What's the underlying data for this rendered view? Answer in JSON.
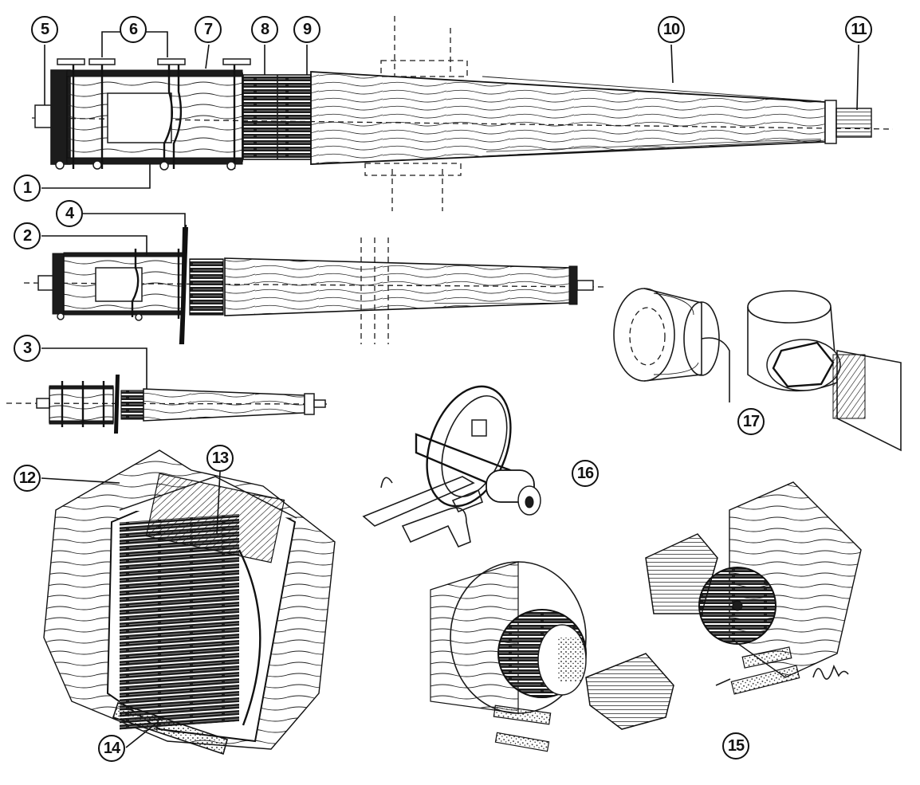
{
  "callouts": [
    {
      "id": "c1",
      "label": "1"
    },
    {
      "id": "c2",
      "label": "2"
    },
    {
      "id": "c3",
      "label": "3"
    },
    {
      "id": "c4",
      "label": "4"
    },
    {
      "id": "c5",
      "label": "5"
    },
    {
      "id": "c6",
      "label": "6"
    },
    {
      "id": "c7",
      "label": "7"
    },
    {
      "id": "c8",
      "label": "8"
    },
    {
      "id": "c9",
      "label": "9"
    },
    {
      "id": "c10",
      "label": "10"
    },
    {
      "id": "c11",
      "label": "11"
    },
    {
      "id": "c12",
      "label": "12"
    },
    {
      "id": "c13",
      "label": "13"
    },
    {
      "id": "c14",
      "label": "14"
    },
    {
      "id": "c15",
      "label": "15"
    },
    {
      "id": "c16",
      "label": "16"
    },
    {
      "id": "c17",
      "label": "17"
    }
  ],
  "icons": {
    "main_shaft": "wooden-windmill-shaft-drawing",
    "shaft_variant_2": "shaft-variant-drawing",
    "shaft_variant_3": "shaft-variant-drawing",
    "wedge_detail": "wedge-joint-detail-drawing",
    "crank_detail": "crank-bearing-detail-drawing",
    "socket_detail": "socket-sleeve-detail-drawing",
    "signature": "artist-signature"
  }
}
